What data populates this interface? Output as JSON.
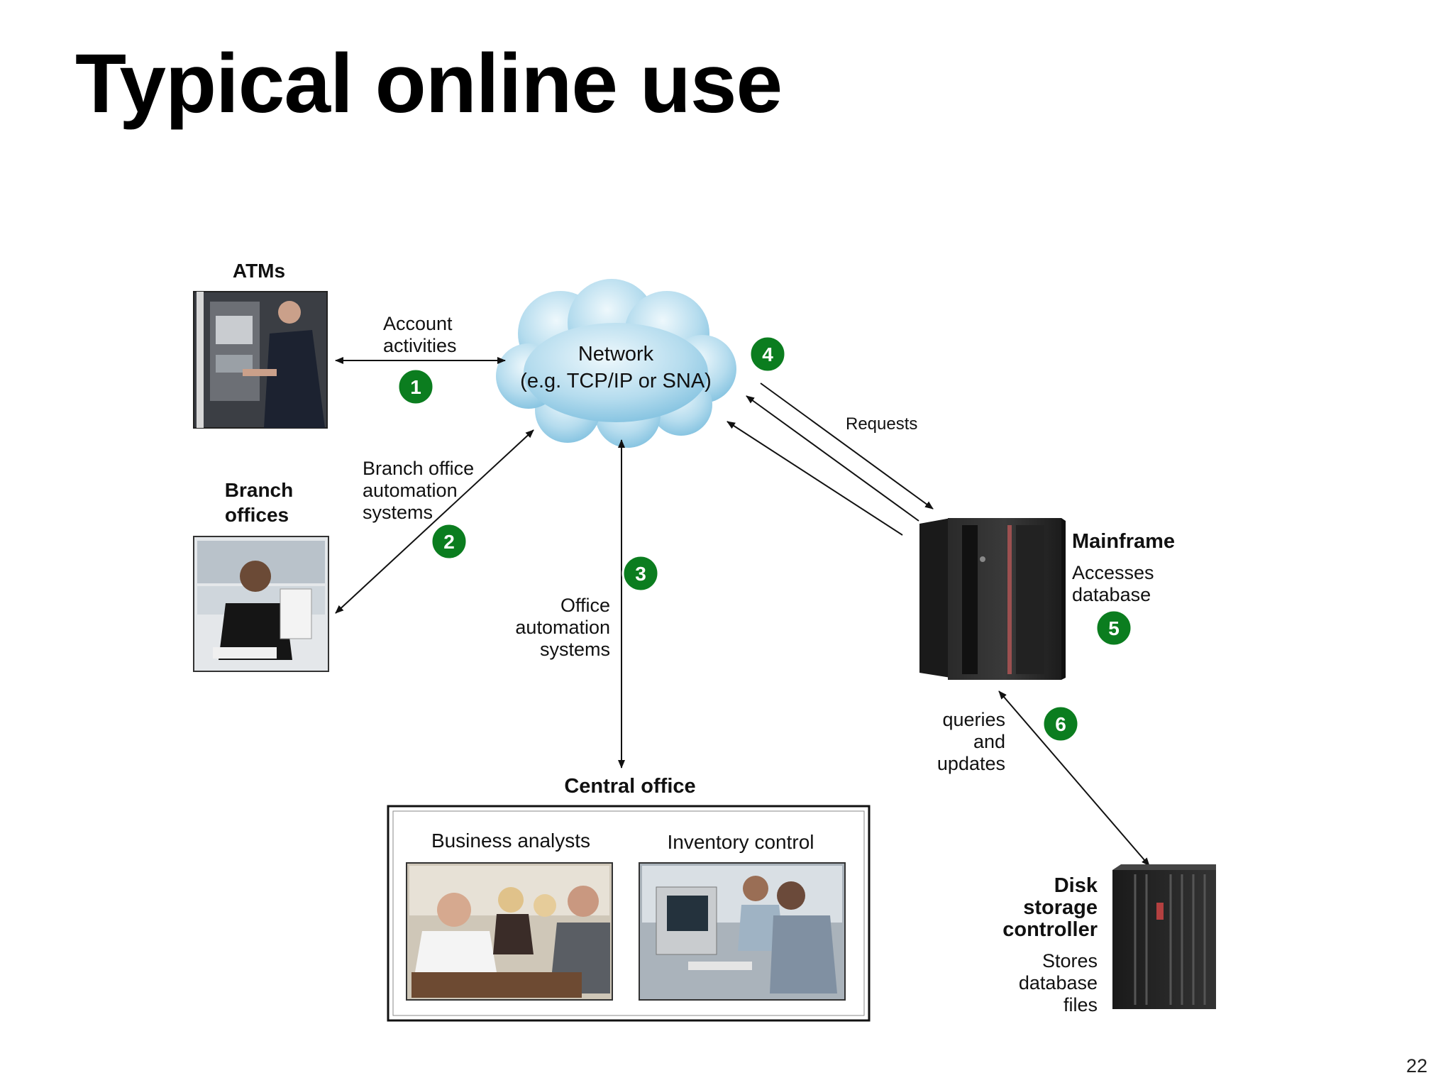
{
  "title": "Typical online use",
  "page_number": "22",
  "colors": {
    "badge": "#0b7d1f",
    "badge_text": "#ffffff",
    "cloud_light": "#e6f4fb",
    "cloud_dark": "#86c6e3"
  },
  "network": {
    "line1": "Network",
    "line2": "(e.g. TCP/IP or SNA)"
  },
  "atms": {
    "label": "ATMs"
  },
  "branch": {
    "line1": "Branch",
    "line2": "offices"
  },
  "account": {
    "line1": "Account",
    "line2": "activities"
  },
  "branch_systems": {
    "line1": "Branch office",
    "line2": "automation",
    "line3": "systems"
  },
  "office_systems": {
    "line1": "Office",
    "line2": "automation",
    "line3": "systems"
  },
  "requests": "Requests",
  "mainframe": {
    "label": "Mainframe",
    "line1": "Accesses",
    "line2": "database"
  },
  "queries": {
    "line1": "queries",
    "line2": "and",
    "line3": "updates"
  },
  "disk": {
    "line1": "Disk",
    "line2": "storage",
    "line3": "controller",
    "line4": "Stores",
    "line5": "database",
    "line6": "files"
  },
  "central": {
    "label": "Central office",
    "business": "Business analysts",
    "inventory": "Inventory control"
  },
  "steps": [
    "1",
    "2",
    "3",
    "4",
    "5",
    "6"
  ]
}
